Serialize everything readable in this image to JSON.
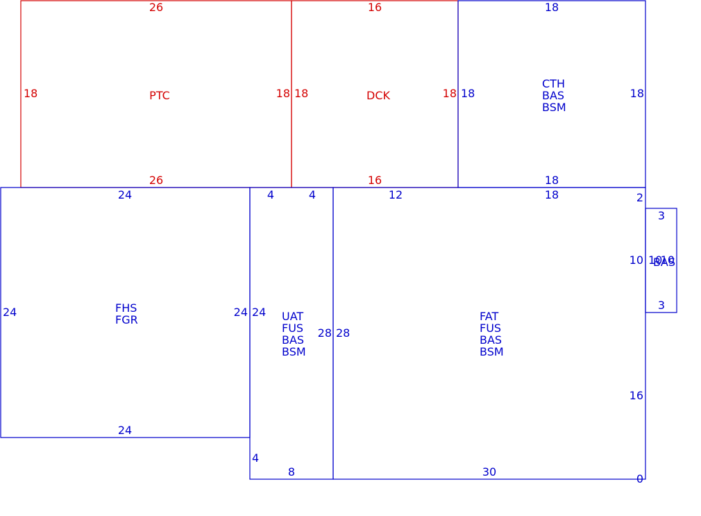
{
  "colors": {
    "red": "#d40000",
    "blue": "#0000cc"
  },
  "areas": {
    "ptc": {
      "label": "PTC",
      "top": "26",
      "bottom": "26",
      "left": "18",
      "right": "18"
    },
    "dck": {
      "label": "DCK",
      "top": "16",
      "bottom": "16",
      "left": "18",
      "right": "18"
    },
    "cth": {
      "lines": [
        "CTH",
        "BAS",
        "BSM"
      ],
      "top": "18",
      "bottom": "18",
      "left": "18",
      "right": "18"
    },
    "fhs": {
      "lines": [
        "FHS",
        "FGR"
      ],
      "top": "24",
      "bottom": "24",
      "left": "24",
      "right": "24"
    },
    "uat": {
      "lines": [
        "UAT",
        "FUS",
        "BAS",
        "BSM"
      ],
      "top_a": "4",
      "top_b": "4",
      "left": "24",
      "right": "28",
      "lower_left": "4",
      "bottom": "8"
    },
    "fat": {
      "lines": [
        "FAT",
        "FUS",
        "BAS",
        "BSM"
      ],
      "top_a": "12",
      "top_b": "18",
      "left": "28",
      "right_top": "2",
      "right_mid": "10",
      "right_low": "16",
      "bottom": "30",
      "corner": "0"
    },
    "bas": {
      "label": "BAS",
      "top": "3",
      "bottom": "3",
      "left": "10",
      "right": "10"
    }
  }
}
